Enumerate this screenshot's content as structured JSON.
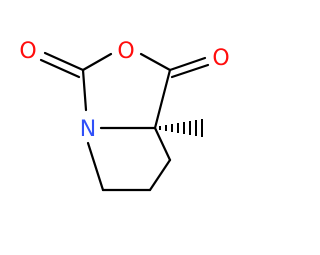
{
  "molecule": {
    "atoms": {
      "o_ring": "O",
      "o_left": "O",
      "o_right": "O",
      "n": "N"
    },
    "colors": {
      "oxygen": "#ff0d0d",
      "nitrogen": "#3050f8",
      "bond": "#000000"
    }
  }
}
